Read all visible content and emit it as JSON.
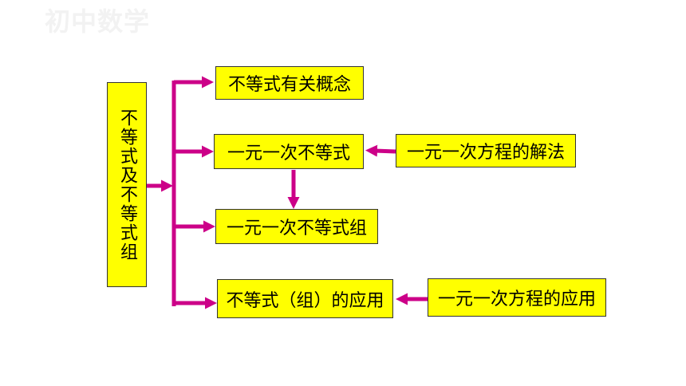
{
  "watermark": "初中数学",
  "diagram": {
    "root": "不等式及不等式组",
    "branches": [
      "不等式有关概念",
      "一元一次不等式",
      "一元一次不等式组",
      "不等式（组）的应用"
    ],
    "side_inputs": [
      "一元一次方程的解法",
      "一元一次方程的应用"
    ]
  },
  "colors": {
    "box_fill": "#ffff00",
    "box_border": "#333333",
    "arrow": "#cc0088"
  }
}
